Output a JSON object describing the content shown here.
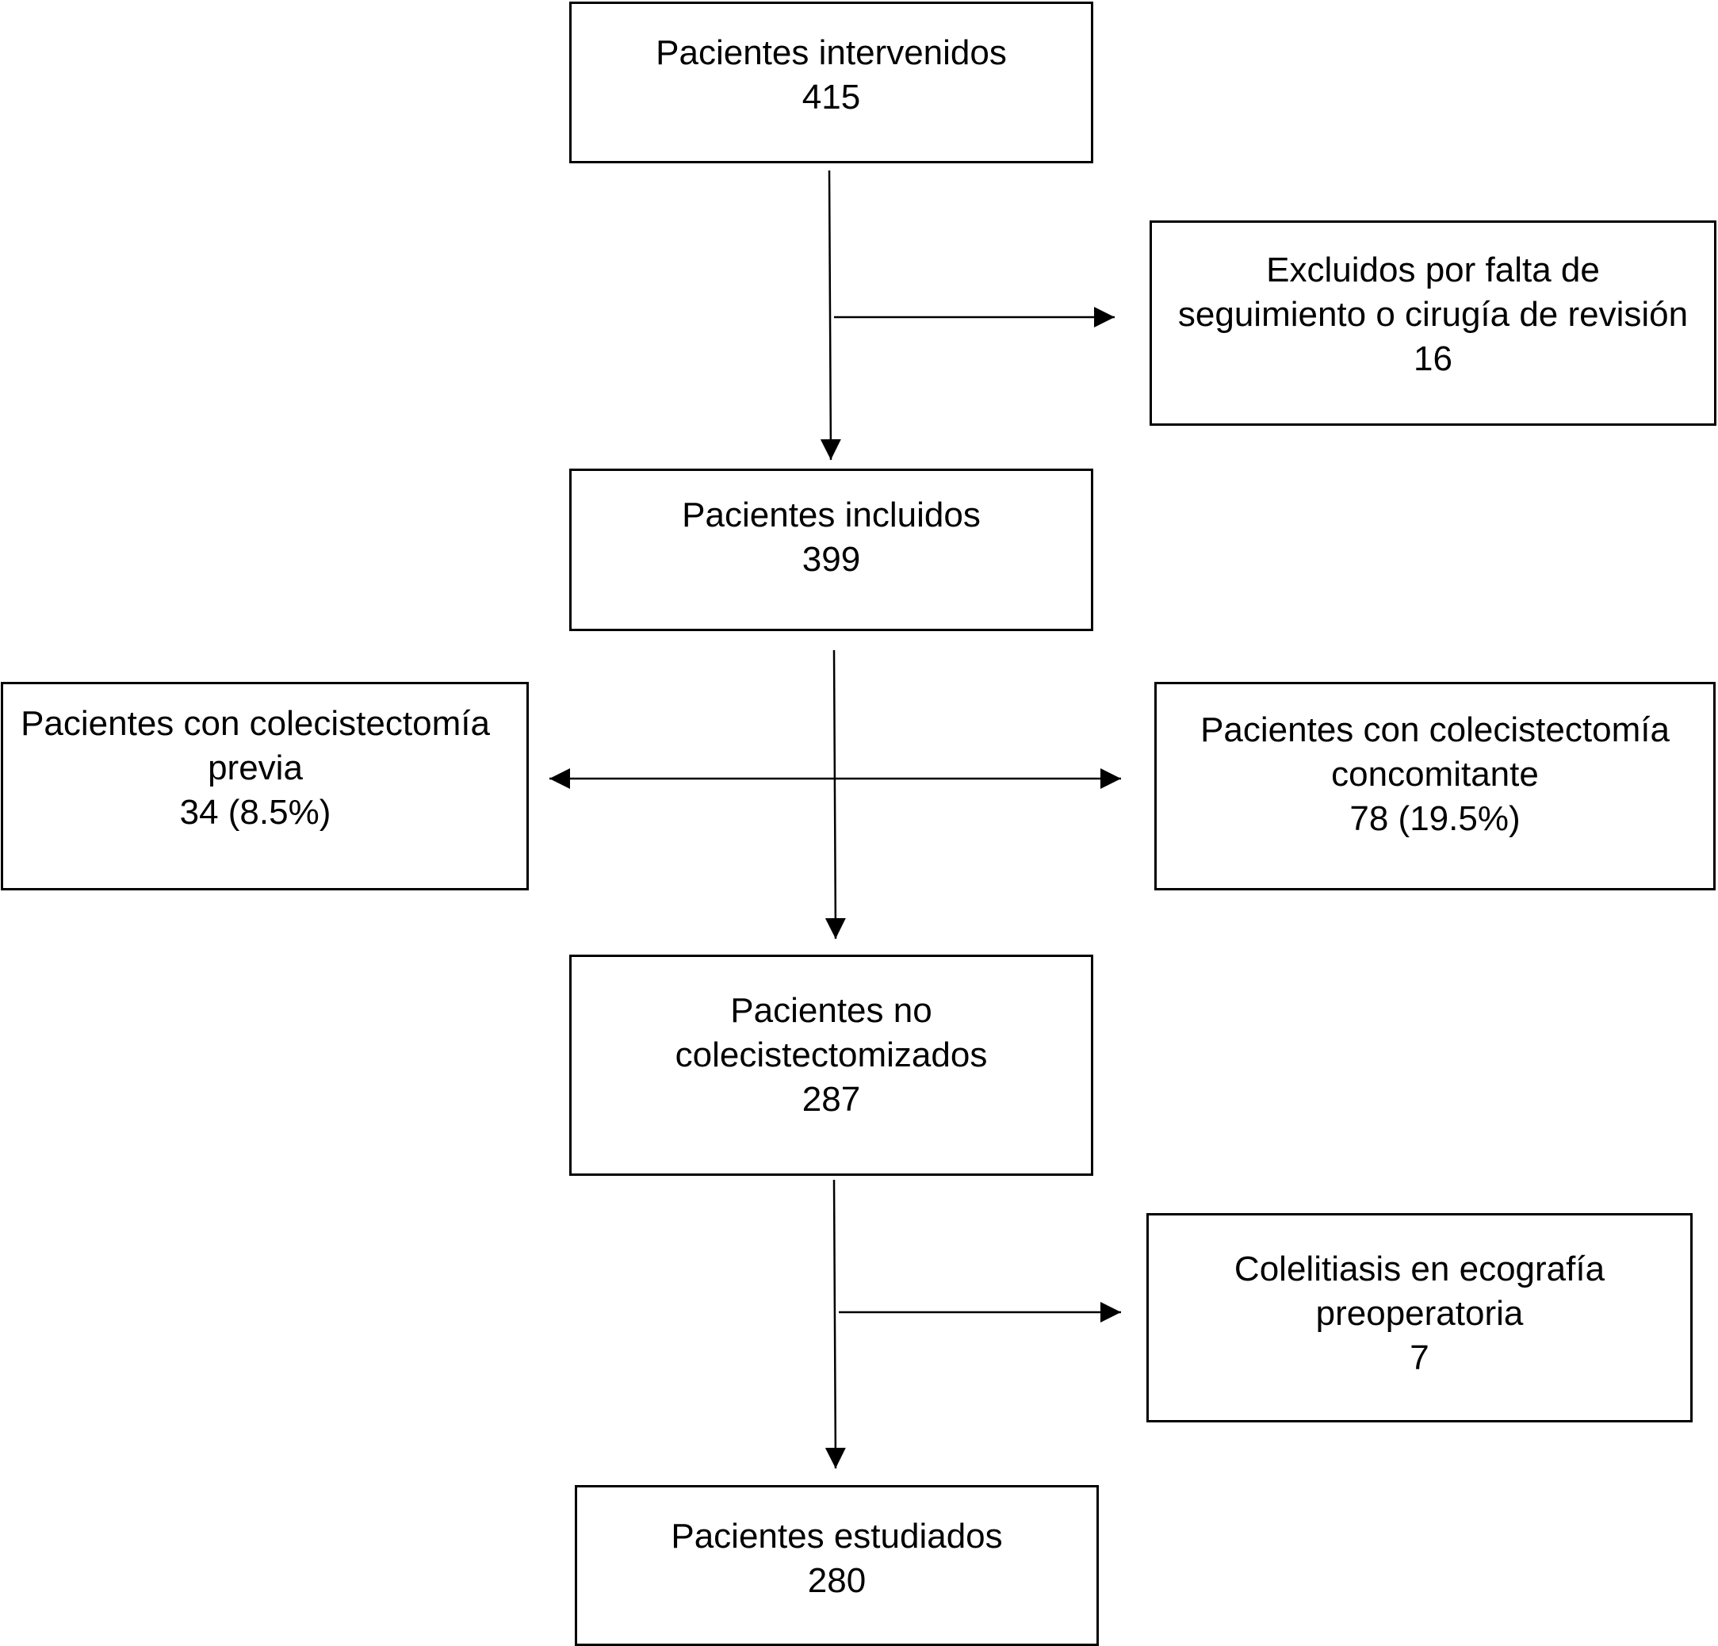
{
  "boxes": {
    "intervenidos": {
      "label": "Pacientes intervenidos",
      "value": "415"
    },
    "excluidos": {
      "line1": "Excluidos por falta de",
      "line2": "seguimiento o cirugía de revisión",
      "value": "16"
    },
    "incluidos": {
      "label": "Pacientes incluidos",
      "value": "399"
    },
    "previa": {
      "line1": "Pacientes con colecistectomía",
      "line2": "previa",
      "value": "34 (8.5%)"
    },
    "concomitante": {
      "line1": "Pacientes con colecistectomía",
      "line2": "concomitante",
      "value": "78 (19.5%)"
    },
    "no_colecistectomizados": {
      "line1": "Pacientes no",
      "line2": "colecistectomizados",
      "value": "287"
    },
    "colelitiasis": {
      "line1": "Colelitiasis en ecografía",
      "line2": "preoperatoria",
      "value": "7"
    },
    "estudiados": {
      "label": "Pacientes estudiados",
      "value": "280"
    }
  }
}
